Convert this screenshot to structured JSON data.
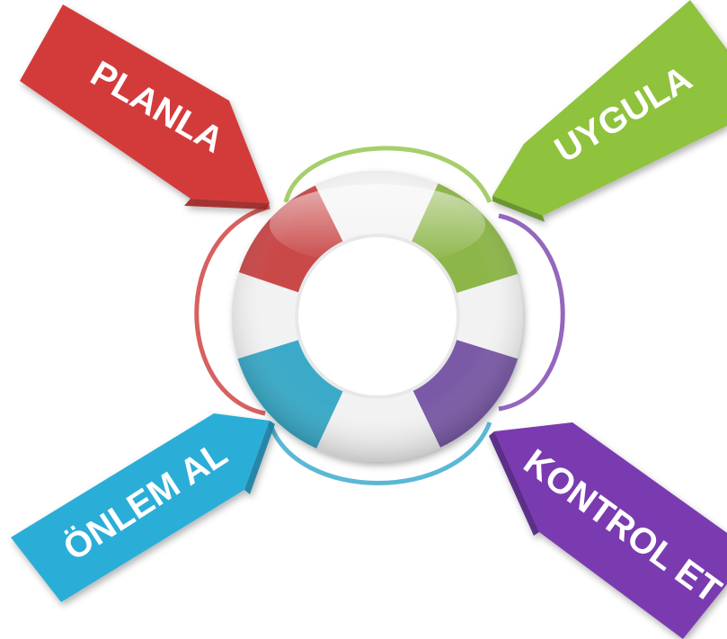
{
  "diagram": {
    "arrows": [
      {
        "id": "planla",
        "label": "PLANLA",
        "color": "#d33a3a",
        "dark": "#9e2525"
      },
      {
        "id": "uygula",
        "label": "UYGULA",
        "color": "#8fc23e",
        "dark": "#5f8f22"
      },
      {
        "id": "kontrol-et",
        "label": "KONTROL ET",
        "color": "#7a3ab0",
        "dark": "#4f1f80"
      },
      {
        "id": "onlem-al",
        "label": "ÖNLEM AL",
        "color": "#2aaed8",
        "dark": "#1a7ea3"
      }
    ],
    "ring": {
      "segment_colors": {
        "top_left": "#c94848",
        "top_right": "#8db64a",
        "bottom_right": "#7a5aa6",
        "bottom_left": "#3aaac8",
        "white": "#f2f2f2"
      },
      "rope_colors": {
        "top": "#a6cf6b",
        "right": "#9467bd",
        "bottom": "#5ab8d6",
        "left": "#d86060"
      }
    }
  }
}
